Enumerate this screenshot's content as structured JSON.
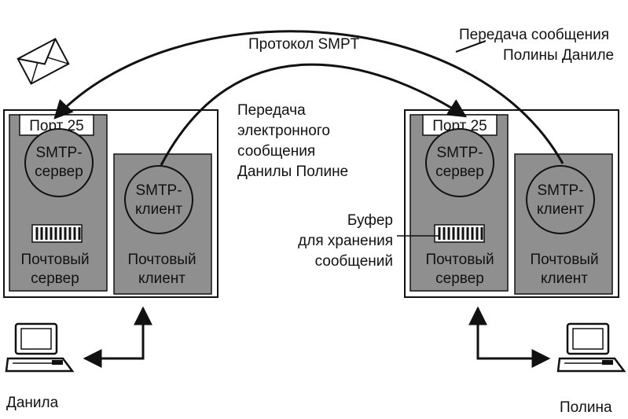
{
  "colors": {
    "panel": "#8f8f8f",
    "frame": "#111111",
    "background": "#ffffff"
  },
  "labels": {
    "protocol": "Протокол SMPT",
    "transfer_center": [
      "Передача",
      "электронного",
      "сообщения",
      "Данилы Полине"
    ],
    "transfer_right": [
      "Передача сообщения",
      "Полины Даниле"
    ],
    "buffer": [
      "Буфер",
      "для хранения",
      "сообщений"
    ]
  },
  "left_host": {
    "port": "Порт 25",
    "server_circle": [
      "SMTP-",
      "сервер"
    ],
    "server_label": [
      "Почтовый",
      "сервер"
    ],
    "client_circle": [
      "SMTP-",
      "клиент"
    ],
    "client_label": [
      "Почтовый",
      "клиент"
    ],
    "user": "Данила"
  },
  "right_host": {
    "port": "Порт 25",
    "server_circle": [
      "SMTP-",
      "сервер"
    ],
    "server_label": [
      "Почтовый",
      "сервер"
    ],
    "client_circle": [
      "SMTP-",
      "клиент"
    ],
    "client_label": [
      "Почтовый",
      "клиент"
    ],
    "user": "Полина"
  },
  "icons": [
    "envelope-icon",
    "computer-icon",
    "message-buffer-icon"
  ]
}
